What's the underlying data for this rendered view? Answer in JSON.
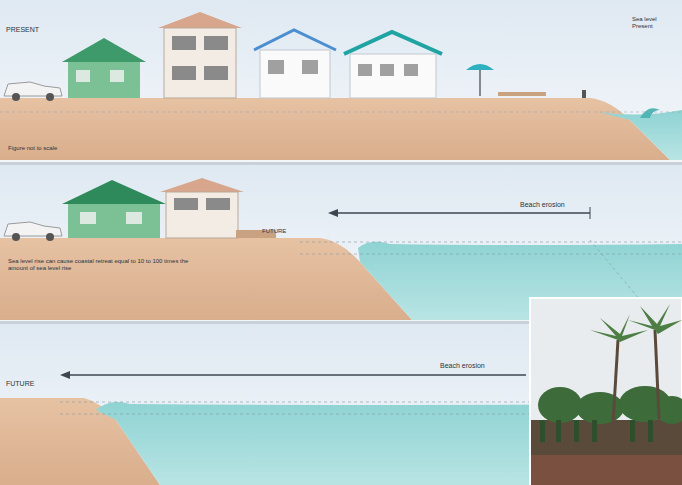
{
  "diagram": {
    "labels": [
      "PRESENT",
      "Figure not to scale",
      "Sea level Present",
      "Beach erosion",
      "FUTURE",
      "Sea level rise can cause coastal retreat equal to 10 to 100 times the amount of sea level rise",
      "FUTURE",
      "Beach erosion"
    ]
  }
}
